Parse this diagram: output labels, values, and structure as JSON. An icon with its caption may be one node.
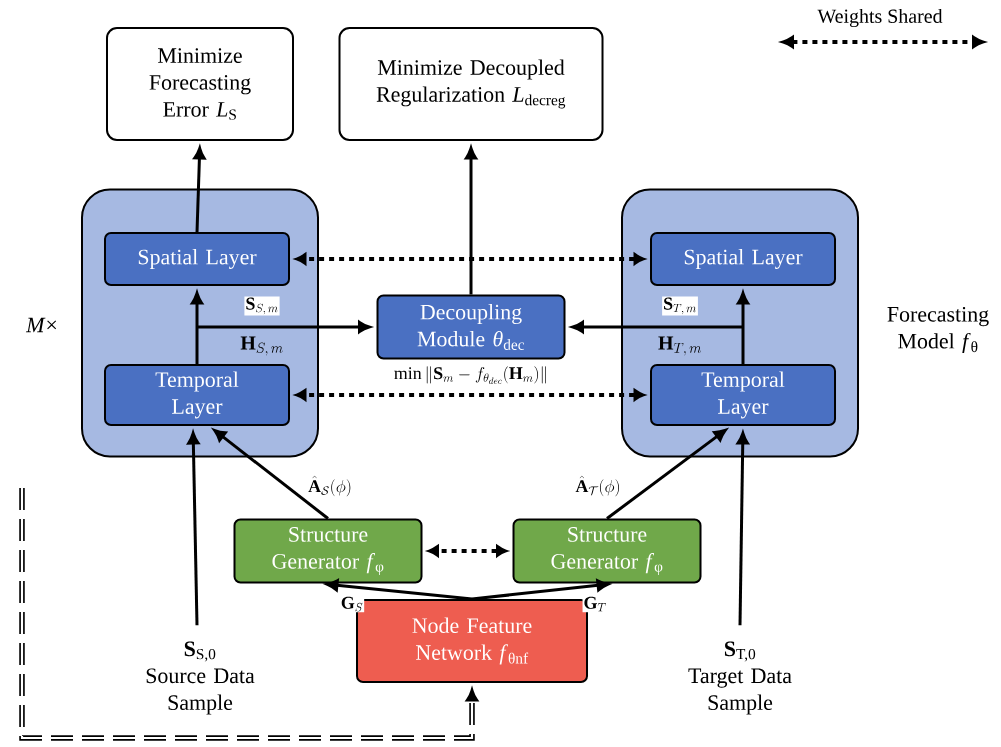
{
  "diagram": {
    "nodes": [
      {
        "text": [
          "Minimize Forecasting Error *L*$_{S}$"
        ]
      },
      {
        "text": [
          "Minimize Decoupled Regularization *L*$_{decreg}$"
        ]
      },
      {
        "text": [],
        "shape": "box",
        "beside": [
          "*M*×"
        ]
      },
      {
        "text": [
          "Spatial Layer"
        ],
        "in": 2
      },
      {
        "text": [
          "Temporal Layer"
        ],
        "in": 2
      },
      {
        "text": [],
        "shape": "box",
        "beside": [
          "Forecasting Model *f*$_{θ}$"
        ]
      },
      {
        "text": [
          "Spatial Layer"
        ],
        "in": 5
      },
      {
        "text": [
          "Temporal Layer"
        ],
        "in": 5
      },
      {
        "text": [
          "Decoupling Module *θ*$_{dec}$"
        ]
      },
      {
        "text": [
          "Structure Generator *f*$_{φ}$"
        ]
      },
      {
        "text": [
          "Structure Generator *f*$_{φ}$"
        ]
      },
      {
        "text": [
          "Node Feature Network *f*$_{θnf}$"
        ]
      },
      {
        "text": [
          "**S**$_{S,0}$",
          "Source Data Sample"
        ]
      },
      {
        "text": [
          "**S**$_{T,0}$",
          "Target Data Sample"
        ]
      }
    ],
    "edges": [
      {
        "from": 3,
        "to": 0,
        "arrow": "to"
      },
      {
        "from": 8,
        "to": 1,
        "arrow": "to"
      },
      {
        "from": 3,
        "to": 6,
        "arrow": "both",
        "style": "dashed"
      },
      {
        "from": 4,
        "to": 7,
        "arrow": "both",
        "style": "dashed",
        "label": "\\min\\|\\mathbf{S}_m-f_{\\theta_{dec}}(\\mathbf{H}_m)\\|"
      },
      {
        "from": 4,
        "to": 3,
        "arrow": "to"
      },
      {
        "from": 4,
        "to": 8,
        "arrow": "to",
        "label": "\\mathbf{S}_{S,\\,m}"
      },
      {
        "from": 7,
        "to": 6,
        "arrow": "to"
      },
      {
        "from": 7,
        "to": 8,
        "arrow": "to",
        "label": "\\mathbf{S}_{T,\\,m}"
      },
      {
        "from": 12,
        "to": 4,
        "arrow": "to"
      },
      {
        "from": 13,
        "to": 7,
        "arrow": "to"
      },
      {
        "from": 9,
        "to": 4,
        "arrow": "to",
        "label": "\\hat{\\mathbf{A}}_{\\mathcal{S}}(\\phi)"
      },
      {
        "from": 10,
        "to": 7,
        "arrow": "to",
        "label": "\\hat{\\mathbf{A}}_{\\mathcal{T}}(\\phi)"
      },
      {
        "from": 9,
        "to": 10,
        "arrow": "both",
        "style": "dashed"
      },
      {
        "from": 11,
        "to": 9,
        "arrow": "to",
        "label": "\\mathbf{G}_{S}"
      },
      {
        "from": 11,
        "to": 10,
        "arrow": "to",
        "label": "\\mathbf{G}_{T}"
      },
      {
        "from": null,
        "to": 11,
        "arrow": "to",
        "style": "dashed"
      }
    ],
    "labels": [
      "\\mathbf{H}_{S,\\,m}",
      "\\mathbf{H}_{T,\\,m}"
    ],
    "legend": [
      {
        "text": "Weights Shared"
      }
    ]
  }
}
